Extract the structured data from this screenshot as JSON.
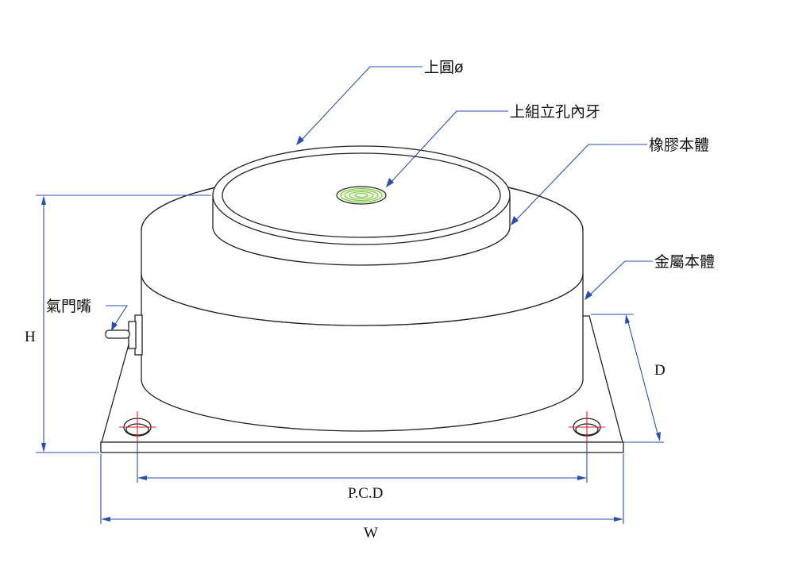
{
  "labels": {
    "top_circle": "上圓ø",
    "top_thread": "上組立孔內牙",
    "rubber_body": "橡膠本體",
    "metal_body": "金屬本體",
    "air_valve": "氣門嘴"
  },
  "dimensions": {
    "height": "H",
    "depth": "D",
    "pcd": "P.C.D",
    "width": "W"
  },
  "colors": {
    "outline": "#222222",
    "leader": "#2b4fa8",
    "center_mark": "#d42020",
    "thread": "#7cc242"
  }
}
